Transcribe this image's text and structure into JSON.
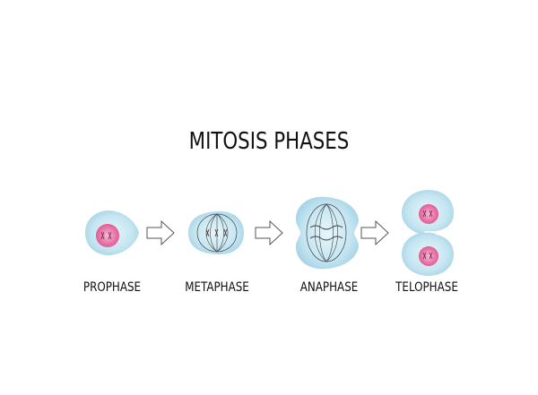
{
  "title": "MITOSIS PHASES",
  "phases": [
    {
      "label": "PROPHASE"
    },
    {
      "label": "METAPHASE"
    },
    {
      "label": "ANAPHASE"
    },
    {
      "label": "TELOPHASE"
    }
  ],
  "colors": {
    "cell_fill": "#cbe8f2",
    "cell_inner": "#a9d6e8",
    "nucleus": "#e6609c",
    "nucleus_light": "#f3a9cb",
    "arrow_fill": "#ffffff",
    "arrow_stroke": "#555555",
    "text": "#111111"
  }
}
